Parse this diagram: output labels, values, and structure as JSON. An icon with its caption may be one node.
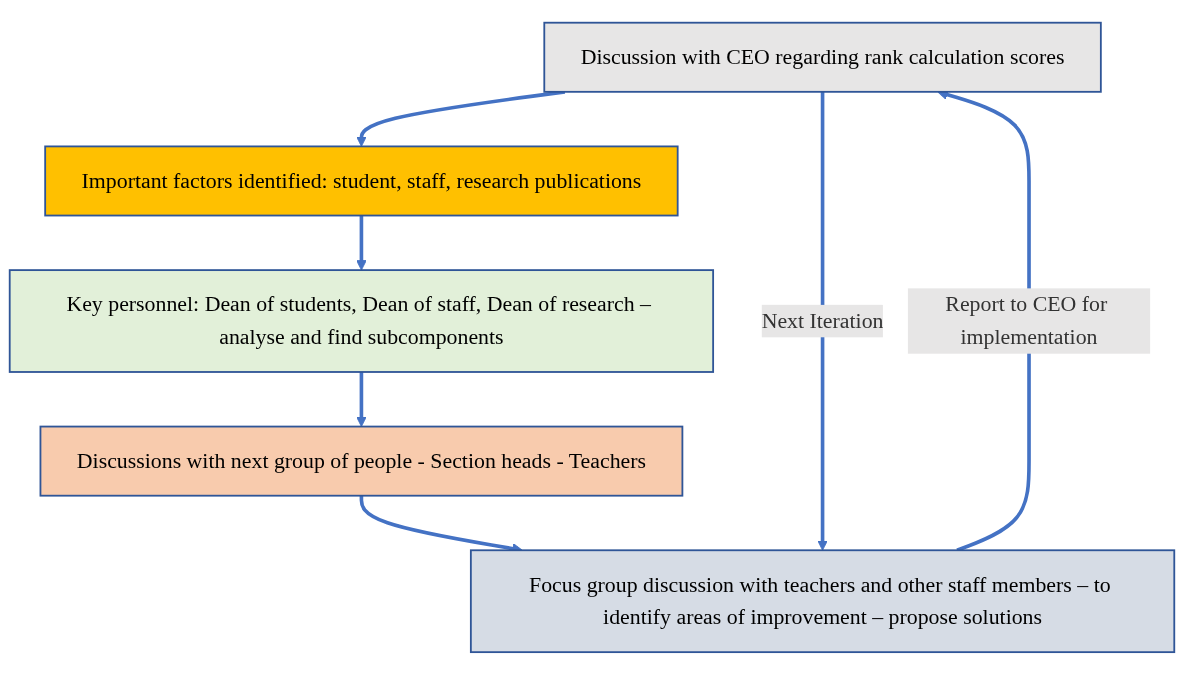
{
  "diagram": {
    "nodes": [
      {
        "text": [
          "Discussion with CEO regarding rank calculation scores"
        ]
      },
      {
        "text": [
          "Important factors identified: student, staff, research publications"
        ]
      },
      {
        "text": [
          "Key personnel: Dean of students, Dean of staff, Dean of research – analyse and find subcomponents"
        ]
      },
      {
        "text": [
          "Discussions with next group of people - Section heads - Teachers"
        ]
      },
      {
        "text": [
          "Focus group discussion with teachers and other staff members – to identify areas of improvement – propose solutions"
        ]
      }
    ],
    "edges": [
      {
        "from": 0,
        "to": 1,
        "arrow": "to"
      },
      {
        "from": 1,
        "to": 2,
        "arrow": "to"
      },
      {
        "from": 2,
        "to": 3,
        "arrow": "to"
      },
      {
        "from": 3,
        "to": 4,
        "arrow": "to"
      },
      {
        "from": 0,
        "to": 4,
        "arrow": "to",
        "label": "Next Iteration"
      },
      {
        "from": 4,
        "to": 0,
        "arrow": "to",
        "label": "Report to CEO for implementation"
      }
    ]
  }
}
